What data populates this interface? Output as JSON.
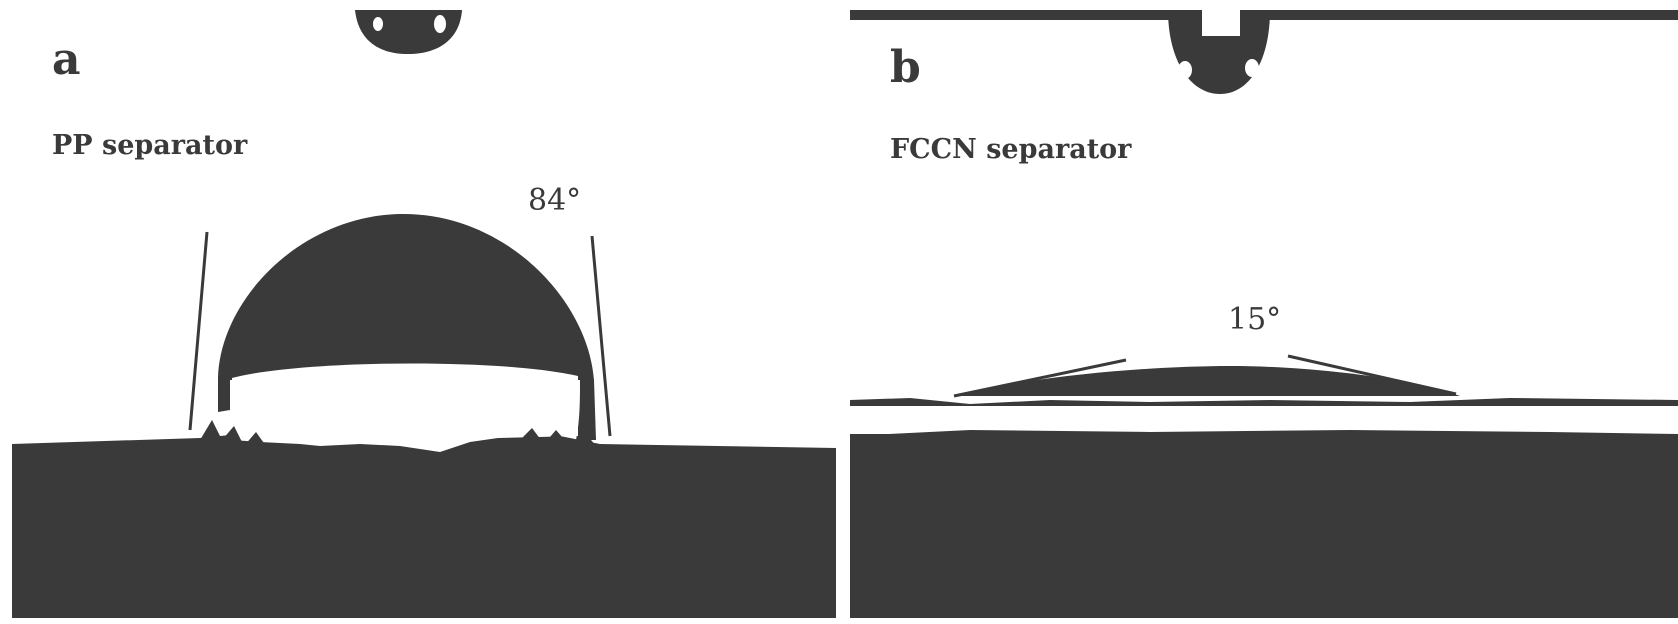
{
  "figure": {
    "colors": {
      "background": "#ffffff",
      "dark": "#3a3a3a"
    },
    "panels": [
      {
        "letter": "a",
        "sample": "PP separator",
        "contact_angle": "84°"
      },
      {
        "letter": "b",
        "sample": "FCCN separator",
        "contact_angle": "15°"
      }
    ]
  }
}
